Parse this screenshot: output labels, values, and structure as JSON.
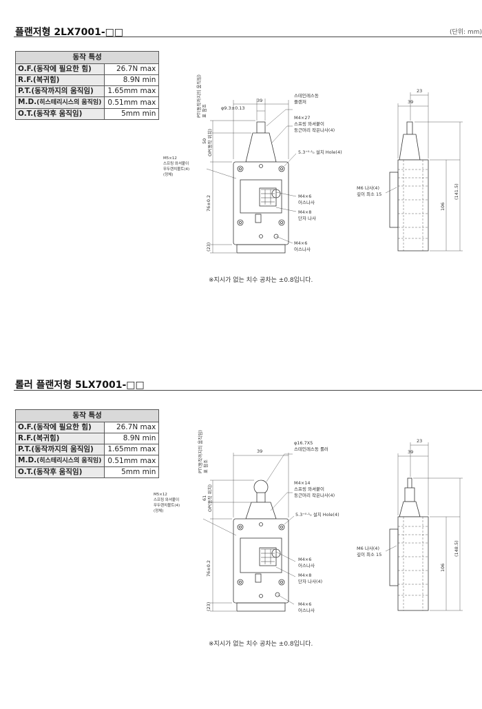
{
  "unit": "(단위: mm)",
  "sections": [
    {
      "title": "플랜저형 2LX7001-□□",
      "table": {
        "header": "동작 특성",
        "rows": [
          {
            "key": "O.F.",
            "desc": "(동작에 필요한 힘)",
            "value": "26.7N max"
          },
          {
            "key": "R.F.",
            "desc": "(복귀힘)",
            "value": "8.9N min"
          },
          {
            "key": "P.T.",
            "desc": "(동작까지의 움직임)",
            "value": "1.65mm max"
          },
          {
            "key": "M.D.",
            "desc": "(히스테리시스의 움직임)",
            "value": "0.51mm max"
          },
          {
            "key": "O.T.",
            "desc": "(동작후 움직임)",
            "value": "5mm min"
          }
        ]
      },
      "labels": {
        "pt": "PT(동작까지의 움직임)",
        "ref": "표 참조",
        "op_val": "50",
        "op": "OP(동작 위치)",
        "h76": "76±0.2",
        "h23": "(23)",
        "w39": "39",
        "dia": "φ9.3±0.13",
        "plunger1": "스테인레스동",
        "plunger2": "플랜저",
        "screw1": "M4×27",
        "screw2": "스프링 와셔붙이",
        "screw3": "둥근머리 작은나사(4)",
        "hole": "5.3⁺⁰·¹₀ 설치 Hole(4)",
        "m5a": "M5×12",
        "m5b": "스프링 와셔붙이",
        "m5c": "무두렌치볼트(4)",
        "m5d": "(정체)",
        "m4e1": "M4×6",
        "m4e2": "어스나사",
        "m4t1": "M4×8",
        "m4t2": "단자 나사",
        "m4b1": "M4×6",
        "m4b2": "어스나사",
        "side23": "23",
        "side39": "39",
        "m6a": "M6 나사(4)",
        "m6b": "깊이 최소 15",
        "side106": "106",
        "side_total": "(141.5)"
      },
      "note": "※지시가 없는 치수 공차는 ±0.8입니다."
    },
    {
      "title": "롤러 플랜저형 5LX7001-□□",
      "table": {
        "header": "동작 특성",
        "rows": [
          {
            "key": "O.F.",
            "desc": "(동작에 필요한 힘)",
            "value": "26.7N max"
          },
          {
            "key": "R.F.",
            "desc": "(복귀힘)",
            "value": "8.9N min"
          },
          {
            "key": "P.T.",
            "desc": "(동작까지의 움직임)",
            "value": "1.65mm max"
          },
          {
            "key": "M.D.",
            "desc": "(히스테리시스의 움직임)",
            "value": "0.51mm max"
          },
          {
            "key": "O.T.",
            "desc": "(동작후 움직임)",
            "value": "5mm min"
          }
        ]
      },
      "labels": {
        "pt": "PT(동작까지의 움직임)",
        "ref": "표 참조",
        "op_val": "61",
        "op": "OP(동작 위치)",
        "h76": "76±0.2",
        "h23": "(23)",
        "w39": "39",
        "roller1": "φ16.7X5",
        "roller2": "스테인레스동 롤러",
        "screw1": "M4×14",
        "screw2": "스프링 와셔붙이",
        "screw3": "둥근머리 작은나사(4)",
        "hole": "5.3⁺⁰·¹₀ 설치 Hole(4)",
        "m5a": "M5×12",
        "m5b": "스프링 와셔붙이",
        "m5c": "무두렌치볼트(4)",
        "m5d": "(정체)",
        "m4e1": "M4×6",
        "m4e2": "어스나사",
        "m4t1": "M4×8",
        "m4t2": "단자 나사(4)",
        "m4b1": "M4×6",
        "m4b2": "어스나사",
        "side23": "23",
        "side39": "39",
        "m6a": "M6 나사(4)",
        "m6b": "깊이 최소 15",
        "side106": "106",
        "side_total": "(148.5)"
      },
      "note": "※지시가 없는 치수 공차는 ±0.8입니다."
    }
  ]
}
